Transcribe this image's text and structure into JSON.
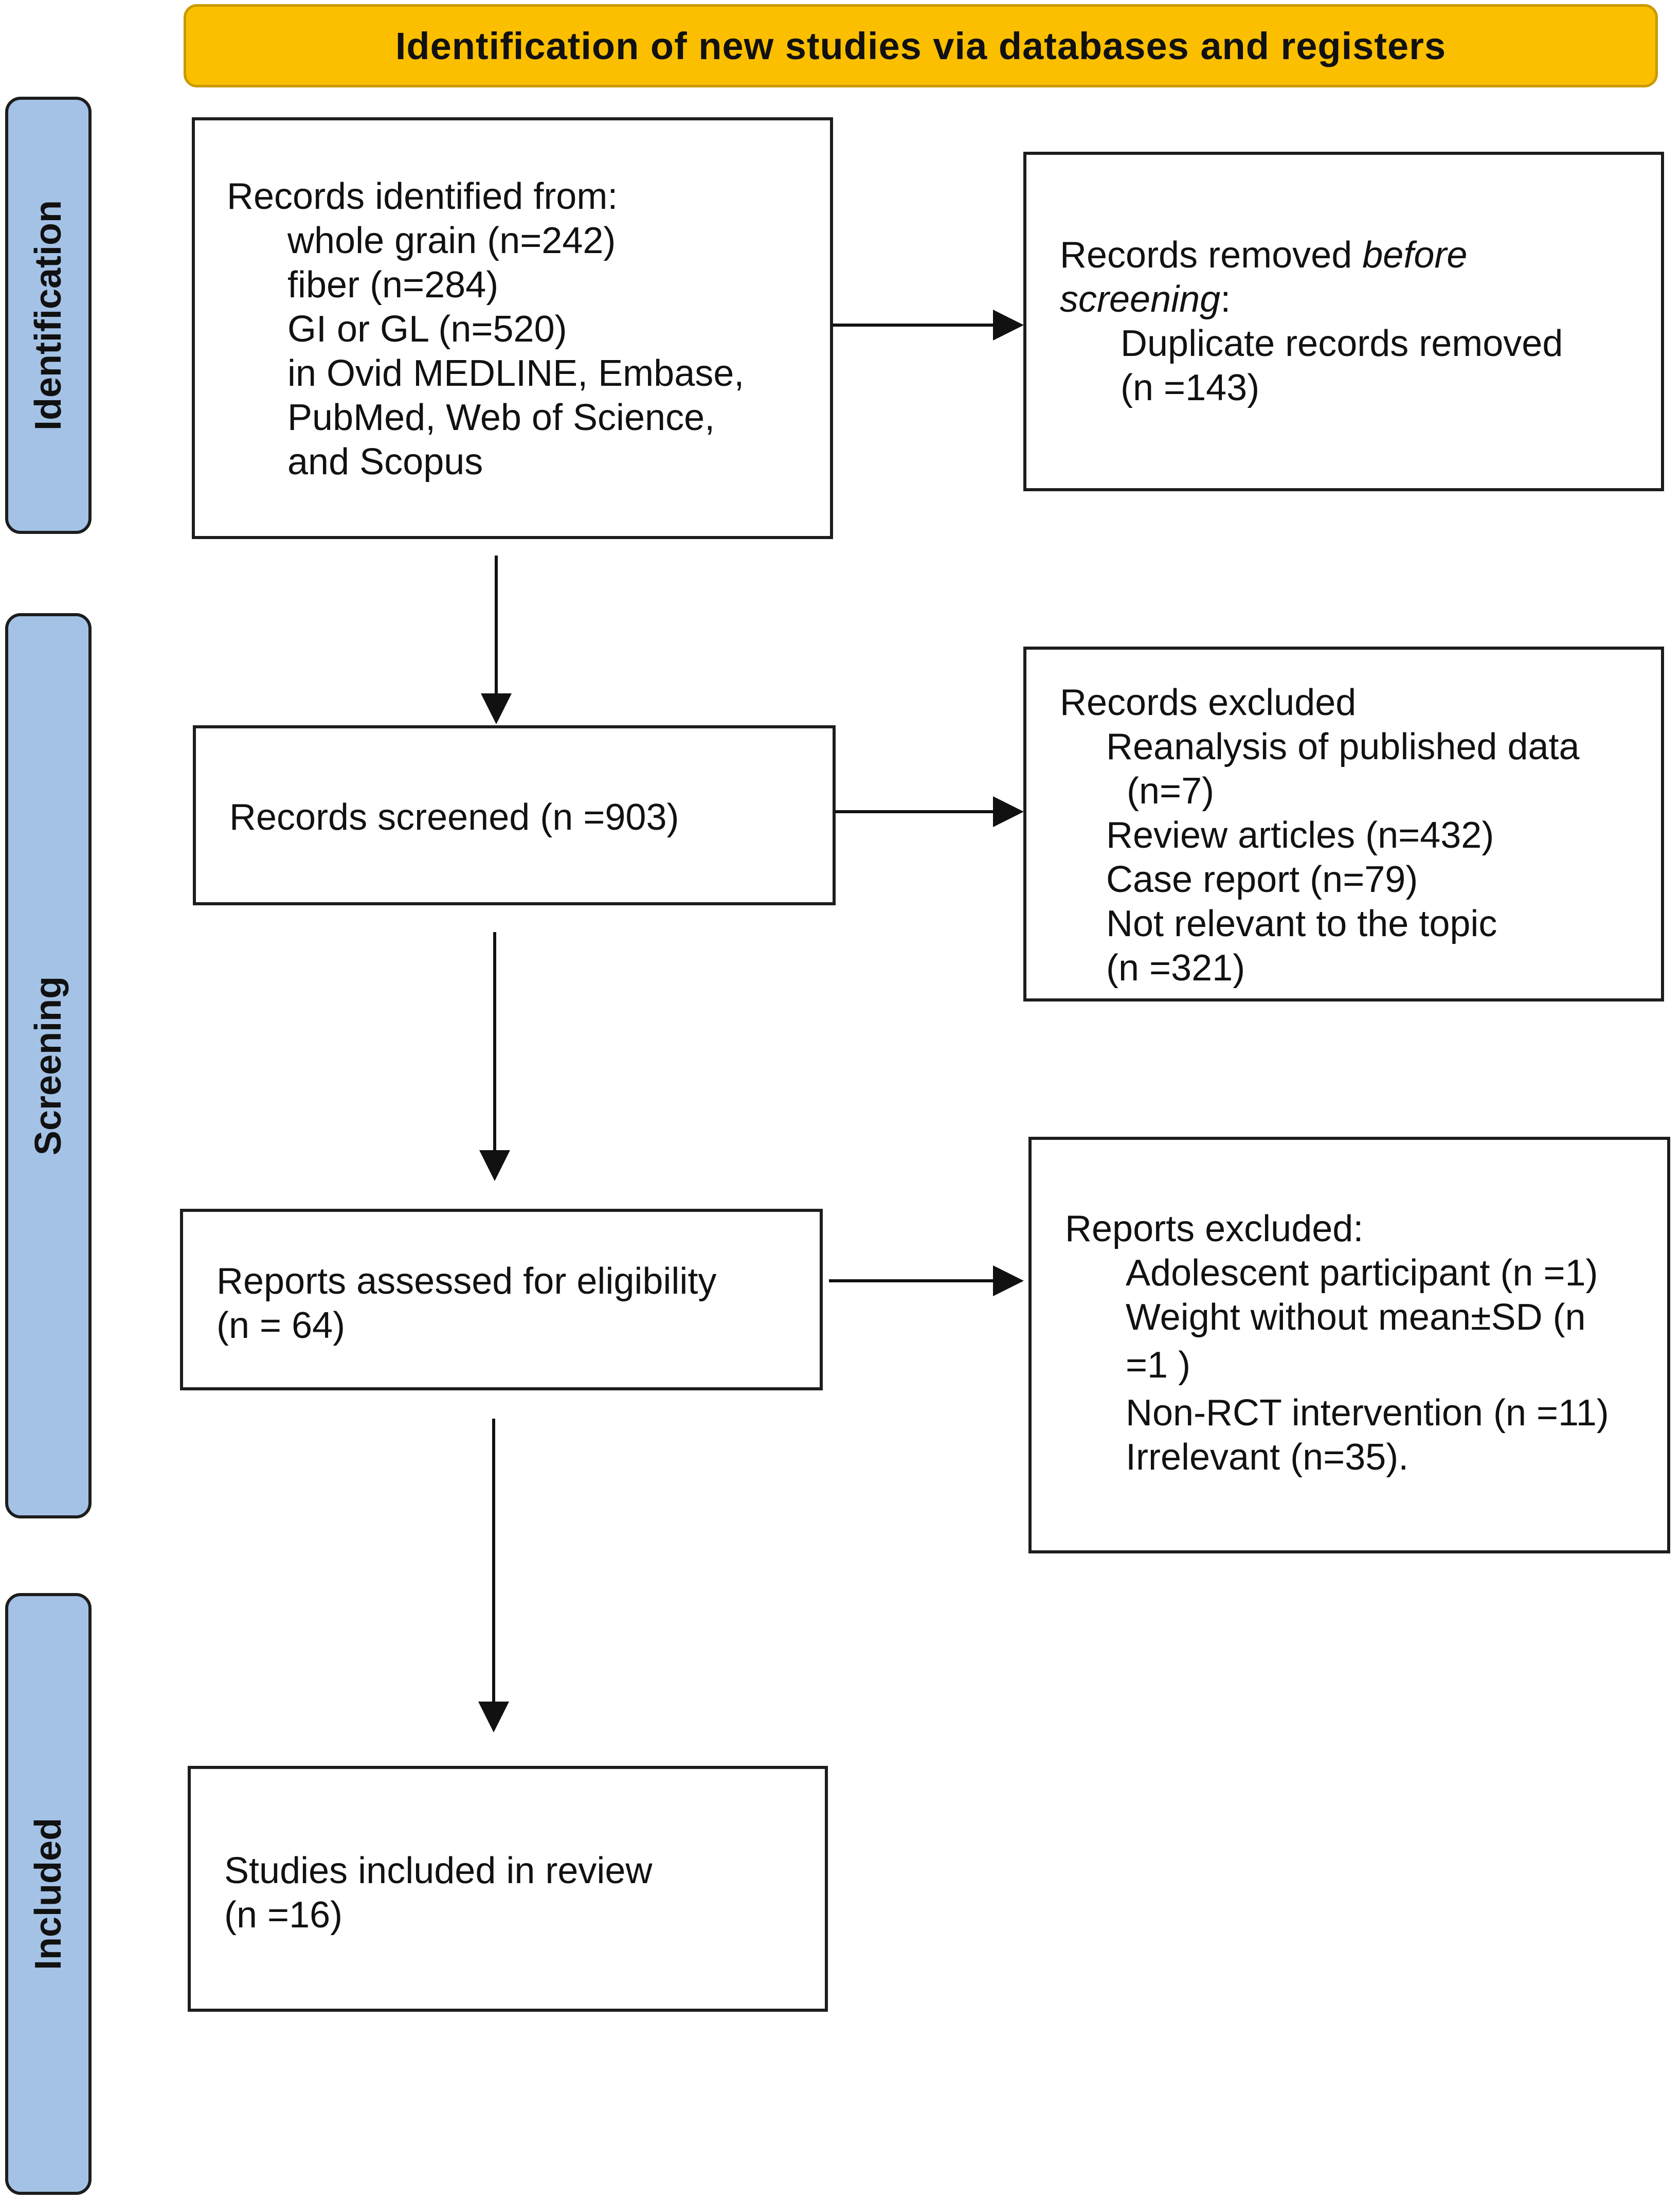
{
  "title": "Identification of new studies via databases and registers",
  "phases": {
    "identification": "Identification",
    "screening": "Screening",
    "included": "Included"
  },
  "records_identified": {
    "heading": "Records identified from:",
    "lines": [
      "whole grain (n=242)",
      "fiber (n=284)",
      "GI or GL (n=520)",
      "in Ovid MEDLINE, Embase,",
      "PubMed, Web of Science,",
      "and Scopus"
    ]
  },
  "records_removed": {
    "heading_a": "Records removed ",
    "heading_em": "before",
    "heading_em2": "screening",
    "heading_colon": ":",
    "line1": "Duplicate records removed",
    "line2": "(n =143)"
  },
  "records_screened": {
    "text": "Records screened (n =903)"
  },
  "records_excluded": {
    "heading": "Records excluded",
    "lines": [
      "Reanalysis of published data",
      "(n=7)",
      "Review articles (n=432)",
      "Case report (n=79)",
      "Not relevant to the topic",
      "(n =321)"
    ]
  },
  "reports_assessed": {
    "line1": "Reports assessed for eligibility",
    "line2": "(n = 64)"
  },
  "reports_excluded": {
    "heading": "Reports excluded:",
    "lines": [
      "Adolescent participant (n =1)",
      "Weight without mean±SD (n",
      "=1 )",
      "Non-RCT intervention (n =11)",
      "Irrelevant (n=35)."
    ]
  },
  "studies_included": {
    "line1": "Studies included in review",
    "line2": "(n =16)"
  }
}
